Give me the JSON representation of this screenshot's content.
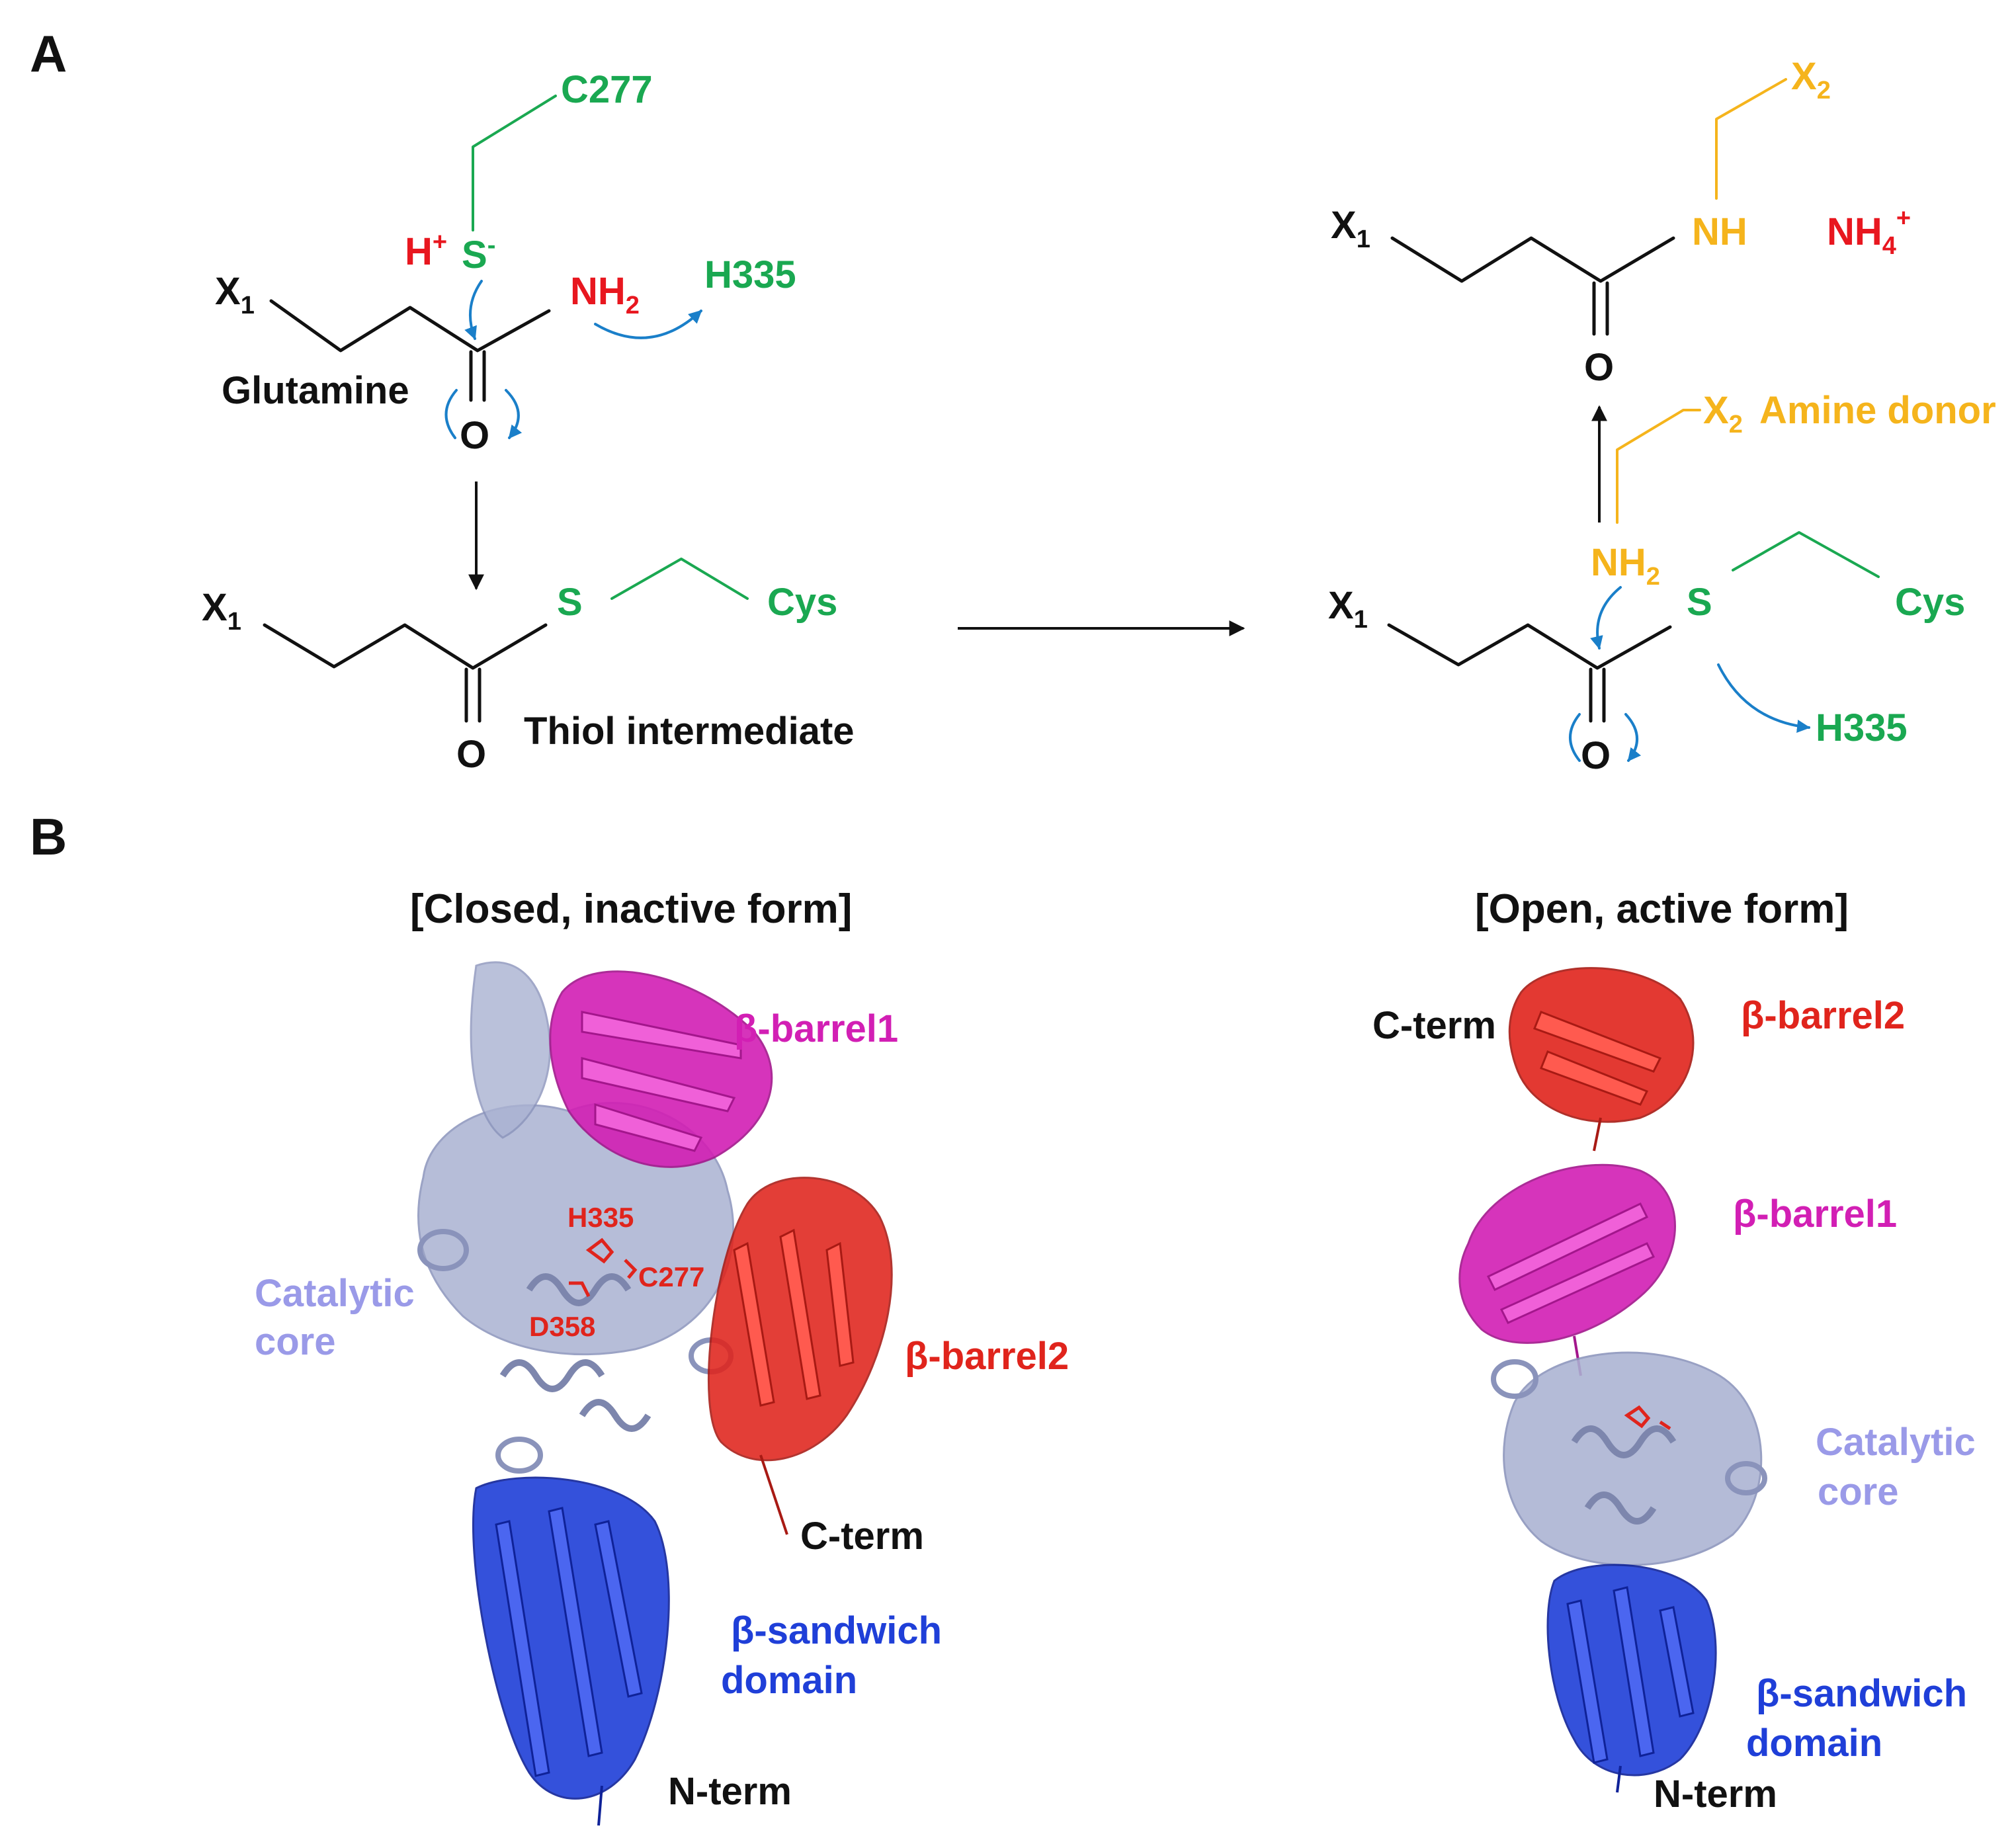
{
  "colors": {
    "black": "#111111",
    "green": "#1aa851",
    "red": "#e8171f",
    "orange": "#f5b41c",
    "blue_arrow": "#1a7fc9",
    "catalytic_core": "#9a9ae8",
    "beta_barrel1": "#d21fb4",
    "beta_barrel2": "#e0241c",
    "beta_sandwich": "#1f3fd8",
    "helix_grey": "#aab2d2"
  },
  "panel_a": {
    "label": "A",
    "step1": {
      "x1": "X",
      "x1_sub": "1",
      "c277": "C277",
      "h": "H",
      "h_sup": "+",
      "s": "S",
      "s_sup": "-",
      "nh": "NH",
      "nh_sub": "2",
      "h335": "H335",
      "o": "O",
      "name": "Glutamine"
    },
    "intermediate": {
      "x1": "X",
      "x1_sub": "1",
      "s": "S",
      "cys": "Cys",
      "o": "O",
      "name": "Thiol intermediate"
    },
    "step3": {
      "x1": "X",
      "x1_sub": "1",
      "nh2": "NH",
      "nh2_sub": "2",
      "x2": "X",
      "x2_sub": "2",
      "amine_donor": "Amine donor",
      "s": "S",
      "cys": "Cys",
      "h335": "H335",
      "o": "O"
    },
    "product": {
      "x1": "X",
      "x1_sub": "1",
      "nh": "NH",
      "x2": "X",
      "x2_sub": "2",
      "nh4": "NH",
      "nh4_sub": "4",
      "nh4_sup": "+",
      "o": "O"
    }
  },
  "panel_b": {
    "label": "B",
    "closed": {
      "title": "[Closed, inactive form]",
      "beta_barrel1": "β-barrel1",
      "beta_barrel2": "β-barrel2",
      "catalytic_core_line1": "Catalytic",
      "catalytic_core_line2": "core",
      "h335": "H335",
      "c277": "C277",
      "d358": "D358",
      "c_term": "C-term",
      "beta_sandwich_line1": "β-sandwich",
      "beta_sandwich_line2": "domain",
      "n_term": "N-term"
    },
    "open": {
      "title": "[Open, active form]",
      "c_term": "C-term",
      "beta_barrel2": "β-barrel2",
      "beta_barrel1": "β-barrel1",
      "catalytic_core_line1": "Catalytic",
      "catalytic_core_line2": "core",
      "beta_sandwich_line1": "β-sandwich",
      "beta_sandwich_line2": "domain",
      "n_term": "N-term"
    }
  }
}
